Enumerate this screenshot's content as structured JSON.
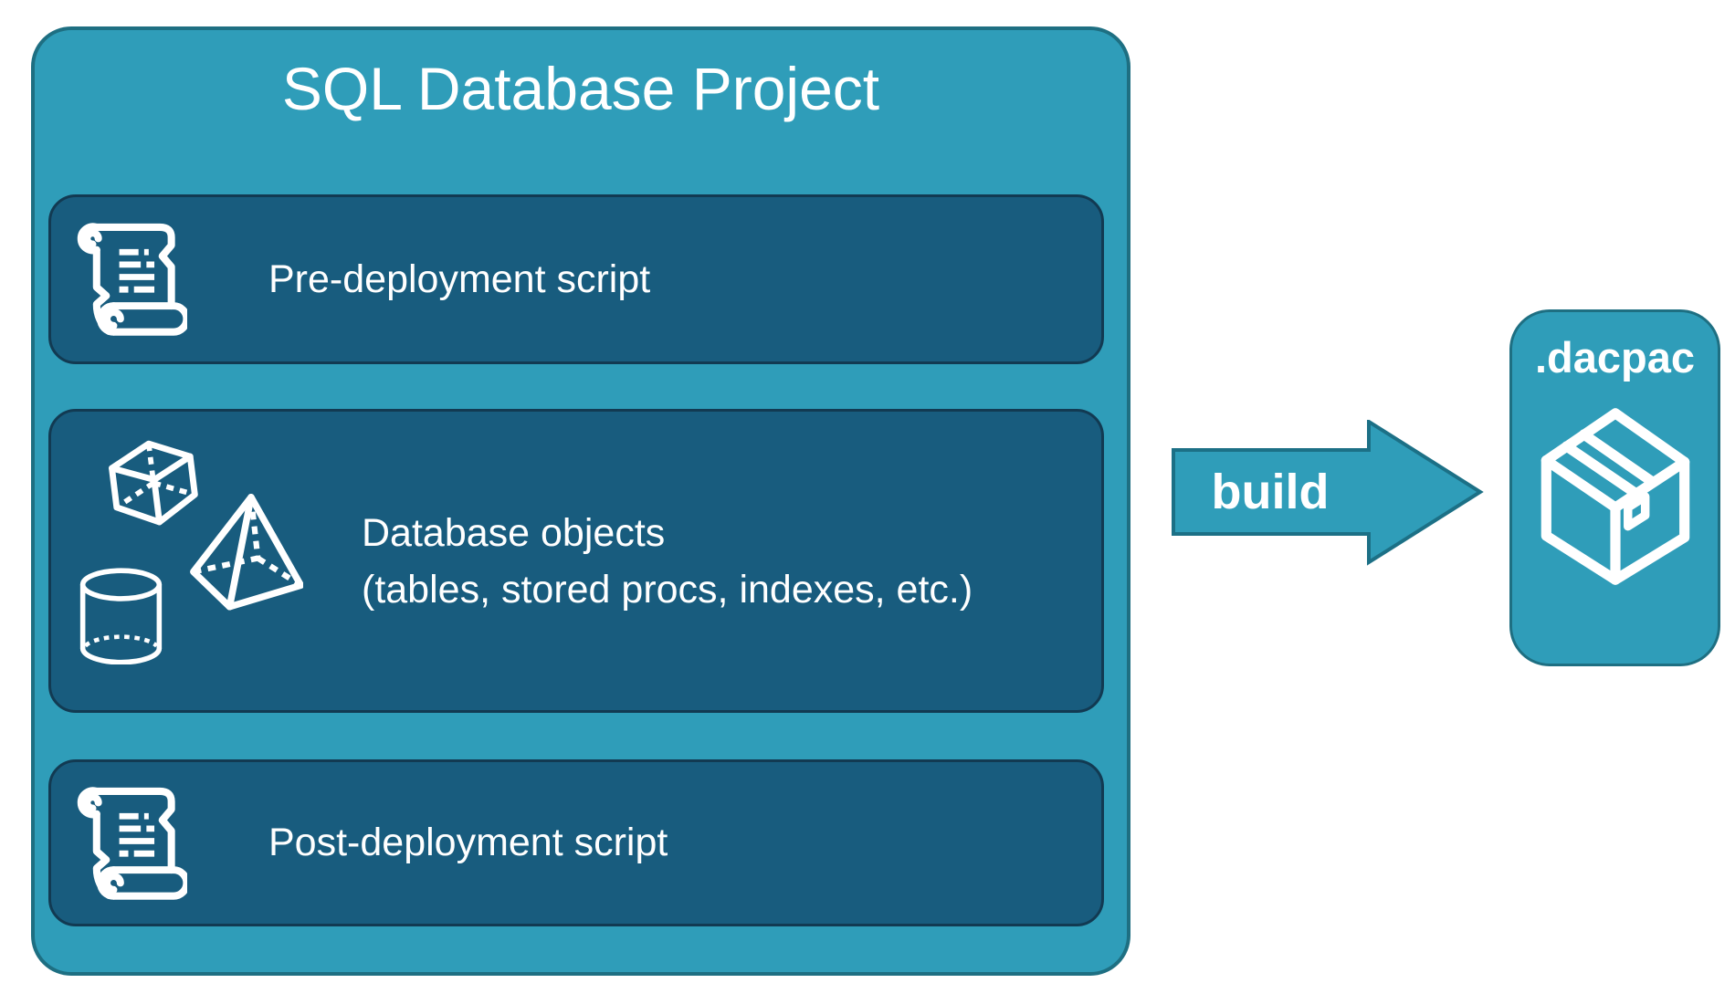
{
  "colors": {
    "teal": "#2F9DB9",
    "teal_border": "#1E6F82",
    "panel": "#185C7E",
    "panel_border": "#123A52",
    "arrow_border": "#1C7086",
    "text": "#FFFFFF"
  },
  "project": {
    "title": "SQL Database Project",
    "pre_box": {
      "label": "Pre-deployment script",
      "icon": "scroll-icon"
    },
    "objects_box": {
      "line1": "Database objects",
      "line2": "(tables, stored procs, indexes, etc.)",
      "icons": [
        "cube-icon",
        "pyramid-icon",
        "cylinder-icon"
      ]
    },
    "post_box": {
      "label": "Post-deployment script",
      "icon": "scroll-icon"
    }
  },
  "build_arrow": {
    "label": "build"
  },
  "dacpac": {
    "label": ".dacpac",
    "icon": "package-icon"
  }
}
